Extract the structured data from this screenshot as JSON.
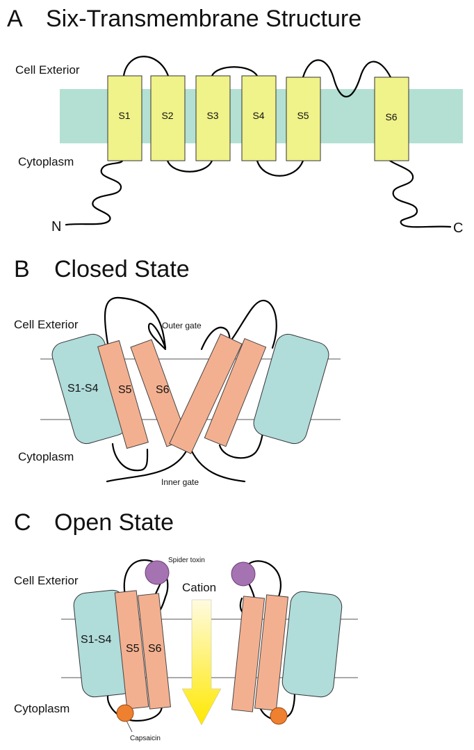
{
  "panel_a": {
    "letter": "A",
    "title": "Six-Transmembrane Structure",
    "exterior_label": "Cell Exterior",
    "cytoplasm_label": "Cytoplasm",
    "segments": [
      "S1",
      "S2",
      "S3",
      "S4",
      "S5",
      "S6"
    ],
    "n_label": "N",
    "c_label": "C",
    "colors": {
      "membrane": "#b3e0d3",
      "segment": "#f0f28a"
    }
  },
  "panel_b": {
    "letter": "B",
    "title": "Closed State",
    "exterior_label": "Cell Exterior",
    "cytoplasm_label": "Cytoplasm",
    "vsd_label": "S1-S4",
    "s5_label": "S5",
    "s6_label": "S6",
    "outer_gate_label": "Outer gate",
    "inner_gate_label": "Inner gate",
    "colors": {
      "vsd": "#b0dcda",
      "pore_helix": "#f3b090"
    }
  },
  "panel_c": {
    "letter": "C",
    "title": "Open State",
    "exterior_label": "Cell Exterior",
    "cytoplasm_label": "Cytoplasm",
    "vsd_label": "S1-S4",
    "s5_label": "S5",
    "s6_label": "S6",
    "cation_label": "Cation",
    "toxin_label": "Spider toxin",
    "capsaicin_label": "Capsaicin",
    "colors": {
      "toxin": "#a572b2",
      "capsaicin": "#ee8030",
      "arrow_top": "#fffbe0",
      "arrow_bottom": "#ffe800"
    }
  }
}
